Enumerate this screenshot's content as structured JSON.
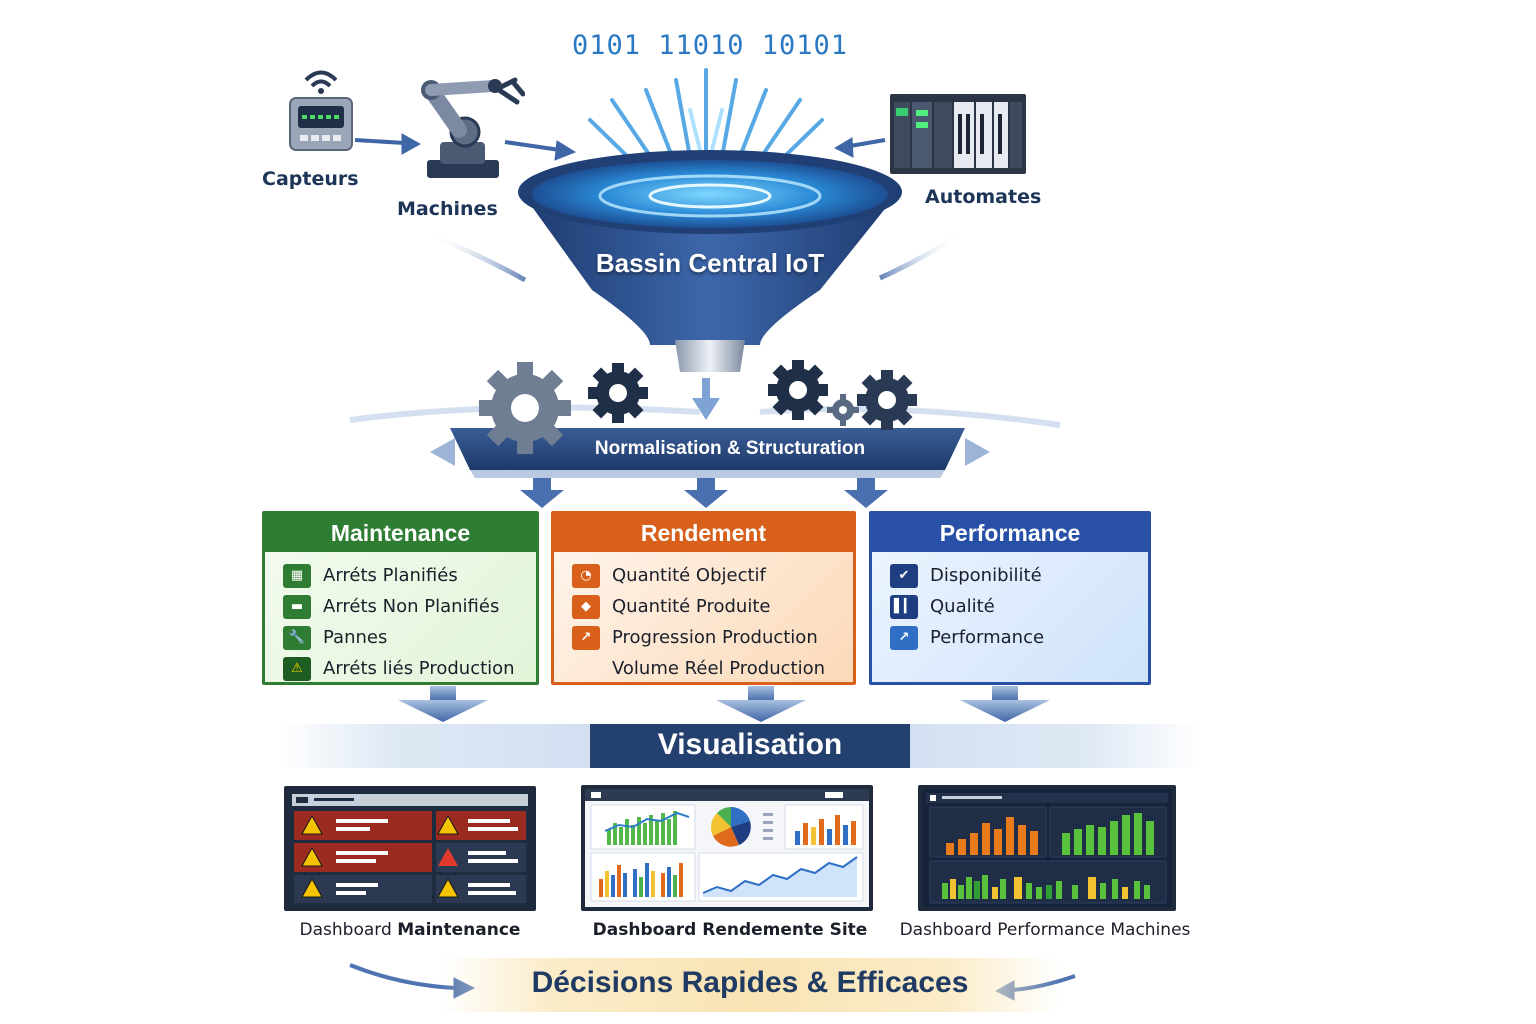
{
  "binary_stream": "0101 11010 10101",
  "sources": {
    "capteurs": "Capteurs",
    "machines": "Machines",
    "automates": "Automates"
  },
  "hub": {
    "title": "Bassin Central IoT"
  },
  "processing": {
    "label": "Normalisation & Structuration"
  },
  "categories": {
    "maintenance": {
      "title": "Maintenance",
      "color": "#2e7d32",
      "items": [
        {
          "label": "Arréts Planifiés",
          "icon": "calendar-icon"
        },
        {
          "label": "Arréts Non Planifiés",
          "icon": "stop-icon"
        },
        {
          "label": "Pannes",
          "icon": "wrench-icon"
        },
        {
          "label": "Arréts liés Production",
          "icon": "warning-icon"
        }
      ]
    },
    "rendement": {
      "title": "Rendement",
      "color": "#d9601a",
      "items": [
        {
          "label": "Quantité Objectif",
          "icon": "target-icon"
        },
        {
          "label": "Quantité Produite",
          "icon": "box-icon"
        },
        {
          "label": "Progression Production",
          "icon": "trend-icon"
        },
        {
          "label": "Volume Réel Production",
          "icon": ""
        }
      ]
    },
    "performance": {
      "title": "Performance",
      "color": "#2850a6",
      "items": [
        {
          "label": "Disponibilité",
          "icon": "check-icon"
        },
        {
          "label": "Qualité",
          "icon": "bar-chart-icon"
        },
        {
          "label": "Performance",
          "icon": "speed-icon"
        }
      ]
    }
  },
  "visualisation": {
    "label": "Visualisation"
  },
  "dashboards": {
    "maintenance": {
      "prefix": "Dashboard",
      "bold": "Maintenance"
    },
    "rendement": {
      "prefix": "",
      "bold": "Dashboard Rendemente Site"
    },
    "performance": {
      "prefix": "Dashboard Performance Machines",
      "bold": ""
    }
  },
  "decision": {
    "label": "Décisions Rapides & Efficaces"
  }
}
